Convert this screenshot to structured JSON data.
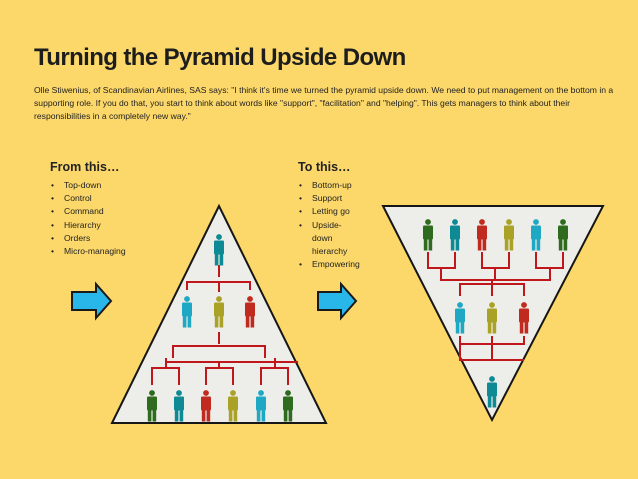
{
  "title": "Turning the Pyramid Upside Down",
  "quote": "Olle Stiwenius, of Scandinavian Airlines, SAS says: \"I think it's time we turned the pyramid upside down. We need to put management on the bottom in a supporting role. If you do that, you start to think about words like \"support\", \"facilitation\" and \"helping\". This gets managers to think about their responsibilities in a completely new way.\"",
  "from": {
    "heading": "From this…",
    "items": [
      "Top-down",
      "Control",
      "Command",
      "Hierarchy",
      "Orders",
      "Micro-managing"
    ]
  },
  "to": {
    "heading": "To this…",
    "items": [
      "Bottom-up",
      "Support",
      "Letting go",
      "Upside-\ndown\nhierarchy",
      "Empowering"
    ]
  },
  "colors": {
    "background": "#FCD86A",
    "arrow_fill": "#29B6E8",
    "connector": "#C0171C",
    "triangle_fill": "#EDEDE9",
    "person_teal": "#0E8A95",
    "person_cyan": "#1EA8C4",
    "person_olive": "#A9A227",
    "person_red": "#C02A1F",
    "person_green": "#2E6B1F"
  },
  "icons": [
    "right-arrow-icon",
    "person-icon"
  ]
}
